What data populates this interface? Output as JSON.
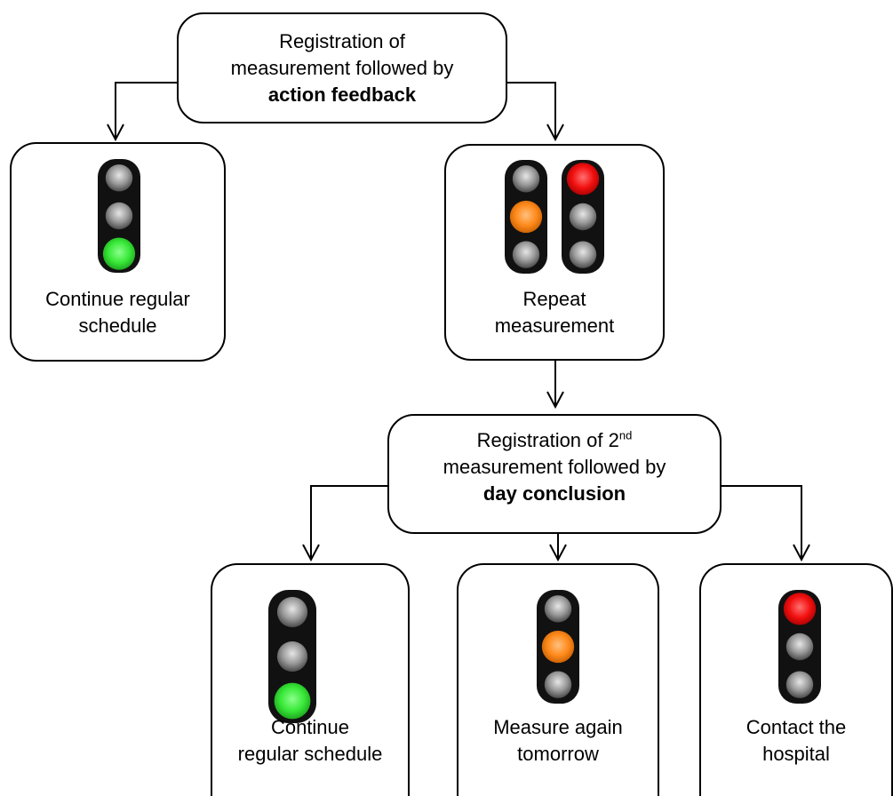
{
  "colors": {
    "green_light": "#38e838",
    "amber_light": "#ff8a1a",
    "red_light": "#f21010",
    "off_light": "#9a9a9a",
    "housing": "#111111"
  },
  "first_registration": {
    "line1": "Registration of",
    "line2": "measurement followed by",
    "line3": "action feedback"
  },
  "first_green_outcome": {
    "line1": "Continue regular",
    "line2": "schedule"
  },
  "first_repeat_outcome": {
    "line1": "Repeat",
    "line2": "measurement"
  },
  "second_registration": {
    "line1_prefix": "Registration of 2",
    "line1_sup": "nd",
    "line2": "measurement followed by",
    "line3": "day conclusion"
  },
  "outcome_green": {
    "line1": "Continue",
    "line2": "regular schedule"
  },
  "outcome_amber": {
    "line1": "Measure again",
    "line2": "tomorrow"
  },
  "outcome_red": {
    "line1": "Contact the",
    "line2": "hospital"
  },
  "traffic_lights": {
    "first_green": "green",
    "first_repeat_left": "amber",
    "first_repeat_right": "red",
    "outcome_green": "green",
    "outcome_amber": "amber",
    "outcome_red": "red"
  }
}
